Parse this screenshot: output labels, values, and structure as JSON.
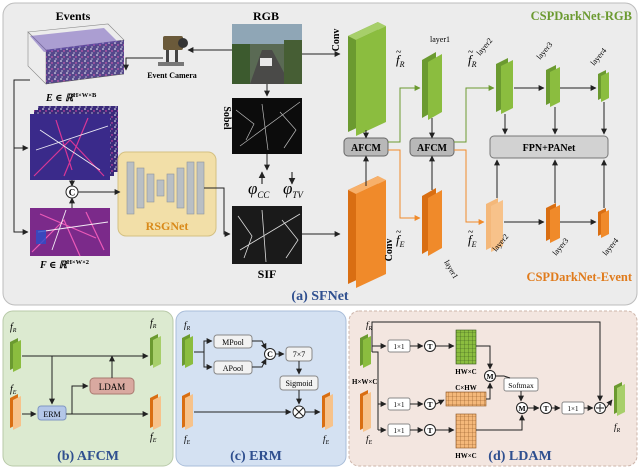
{
  "panel_a": {
    "top_right_title": "CSPDarkNet-RGB",
    "bottom_right_title": "CSPDarkNet-Event",
    "caption": "(a) SFNet",
    "events_label": "Events",
    "rgb_label": "RGB",
    "event_camera_label": "Event Camera",
    "E_label": "E ∈ ℝ",
    "E_sup": "H×W×B",
    "F_label": "F ∈ ℝ",
    "F_sup": "H×W×2",
    "concat_symbol": "C",
    "rsgnet_label": "RSGNet",
    "sobel_label": "Sobel",
    "phi_cc": "φ",
    "phi_cc_sub": "CC",
    "phi_tv": "φ",
    "phi_tv_sub": "TV",
    "sif_label": "SIF",
    "conv_top": "Conv",
    "conv_bottom": "Conv",
    "afcm_1": "AFCM",
    "afcm_2": "AFCM",
    "fpn_label": "FPN+PANet",
    "fR_1": "f",
    "fR_1_sub": "R",
    "fR_2": "f",
    "fR_2_sub": "R",
    "fE_1": "f",
    "fE_1_sub": "E",
    "fE_2": "f",
    "fE_2_sub": "E",
    "layers_top": [
      "layer1",
      "layer2",
      "layer3",
      "layer4"
    ],
    "layers_bottom": [
      "layer1",
      "layer2",
      "layer3",
      "layer4"
    ]
  },
  "panel_b": {
    "caption": "(b) AFCM",
    "fR": "f",
    "fR_sub": "R",
    "fE": "f",
    "fE_sub": "E",
    "out_R": "f",
    "out_R_sub": "R",
    "out_E": "f",
    "out_E_sub": "E",
    "ldam": "LDAM",
    "erm": "ERM"
  },
  "panel_c": {
    "caption": "(c) ERM",
    "fR": "f",
    "fR_sub": "R",
    "fE": "f",
    "fE_sub": "E",
    "out": "f",
    "out_sub": "E",
    "mpool": "MPool",
    "apool": "APool",
    "concat": "C",
    "kernel": "7×7",
    "sigmoid": "Sigmoid"
  },
  "panel_d": {
    "caption": "(d) LDAM",
    "fR": "f",
    "fR_sub": "R",
    "fE": "f",
    "fE_sub": "E",
    "out": "f",
    "out_sub": "R",
    "conv_labels": [
      "1×1",
      "1×1",
      "1×1",
      "1×1"
    ],
    "T": "T",
    "M": "M",
    "dims_in": "H×W×C",
    "dims_a": "HW×C",
    "dims_b": "C×HW",
    "dims_c": "HW×C",
    "softmax": "Softmax"
  },
  "colors": {
    "green": "#8bbd3f",
    "green_dark": "#5e8f2a",
    "orange": "#f08a2a",
    "orange_light": "#f7c28a",
    "panel_a_bg": "#ececec",
    "panel_b_bg": "#dcead0",
    "panel_c_bg": "#d4e1f2",
    "panel_d_bg": "#f3e6e0",
    "caption_blue": "#2f4f8f",
    "rsg_bg": "#f2dfa8"
  }
}
